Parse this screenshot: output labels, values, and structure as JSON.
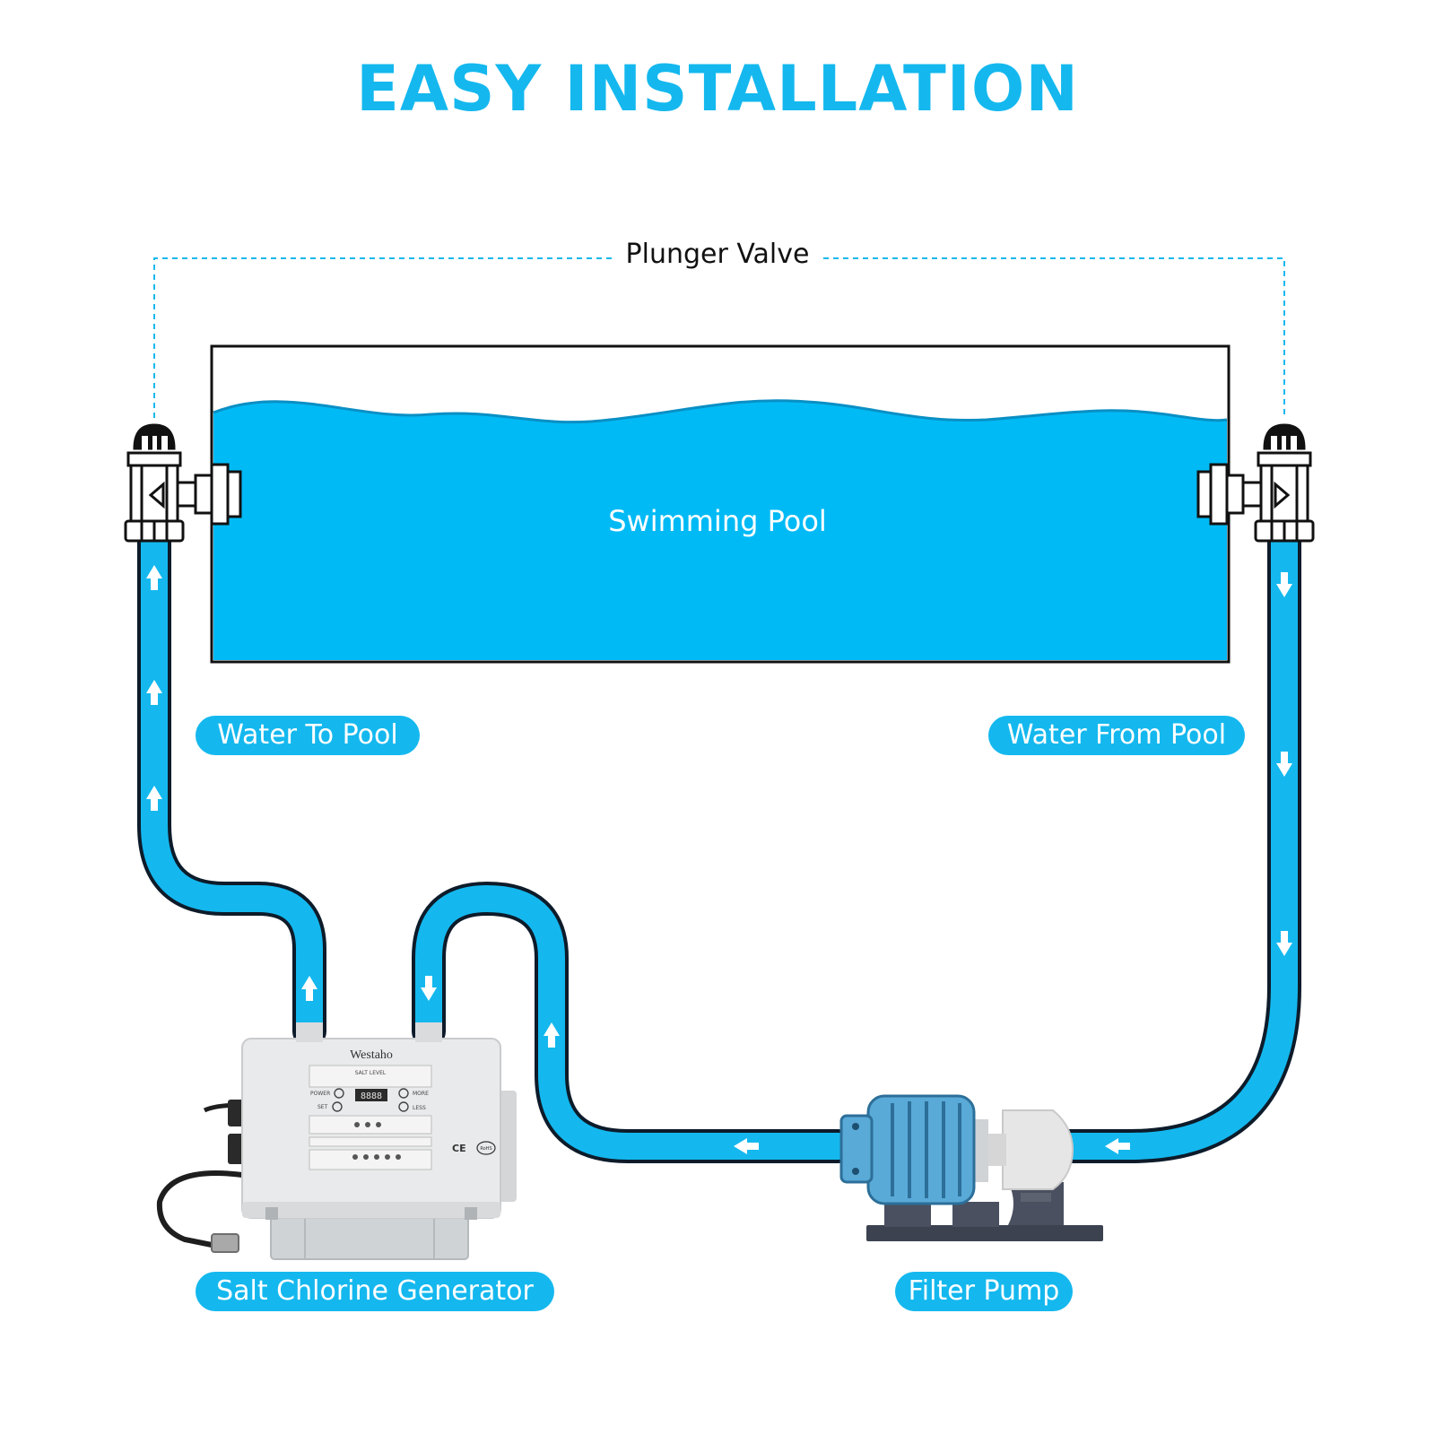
{
  "title": "EASY INSTALLATION",
  "labels": {
    "plunger_valve": "Plunger Valve",
    "swimming_pool": "Swimming Pool",
    "water_to_pool": "Water To Pool",
    "water_from_pool": "Water From Pool",
    "salt_chlorine_generator": "Salt Chlorine Generator",
    "filter_pump": "Filter Pump"
  },
  "generator_panel": {
    "brand": "Westaho",
    "salt_level": "SALT LEVEL",
    "power": "POWER",
    "more": "MORE",
    "set": "SET",
    "less": "LESS",
    "display": "8888",
    "cert_ce": "CE",
    "cert_rohs": "RoHS"
  },
  "colors": {
    "accent": "#14b8ee",
    "pool_water": "#00baf5",
    "pool_wave_line": "#0a8fc4",
    "pipe_outline": "#0d1b2a",
    "pump_motor": "#5aaad8",
    "pump_head": "#e6e6e6",
    "pump_base": "#3c4250",
    "generator_body": "#e9eaeb",
    "text_dark": "#111111"
  },
  "icons": [
    "plunger-valve-icon",
    "flow-arrow-icon",
    "filter-pump-icon",
    "salt-chlorine-generator-icon"
  ]
}
